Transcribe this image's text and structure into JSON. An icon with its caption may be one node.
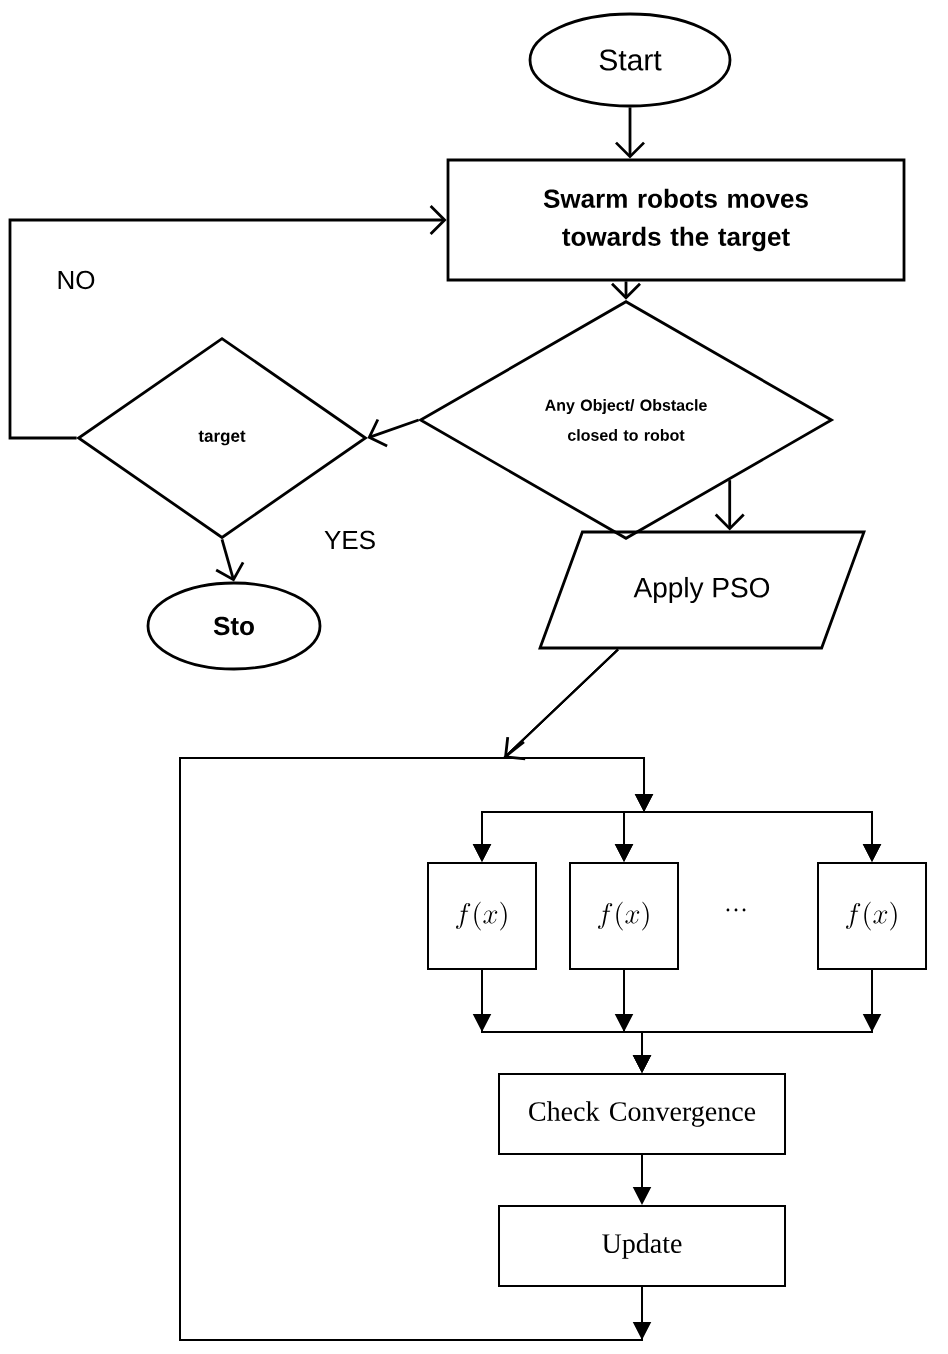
{
  "diagram": {
    "nodes": [
      {
        "text": [
          "Start"
        ]
      },
      {
        "text": [
          "Swarm robots moves towards the target"
        ]
      },
      {
        "text": [
          "Any Object/ Obstacle closed to robot"
        ]
      },
      {
        "text": [
          "target"
        ]
      },
      {
        "text": [
          "Sto"
        ]
      },
      {
        "text": [
          "Apply PSO"
        ]
      },
      {
        "text": [
          "f(x)"
        ]
      },
      {
        "text": [
          "f(x)"
        ]
      },
      {
        "text": [
          "f(x)"
        ]
      },
      {
        "text": [
          "Check Convergence"
        ]
      },
      {
        "text": [
          "Update"
        ]
      }
    ],
    "edges": [
      {
        "from": 0,
        "to": 1,
        "arrow": "to"
      },
      {
        "from": 1,
        "to": 2,
        "arrow": "to"
      },
      {
        "from": 2,
        "to": 3,
        "arrow": "to"
      },
      {
        "from": 2,
        "to": 5,
        "arrow": "to"
      },
      {
        "from": 3,
        "to": 1,
        "arrow": "to",
        "label": "NO"
      },
      {
        "from": 3,
        "to": 4,
        "arrow": "to",
        "label": "YES"
      },
      {
        "from": 5,
        "to": 6,
        "arrow": "to"
      },
      {
        "from": 5,
        "to": 7,
        "arrow": "to"
      },
      {
        "from": 5,
        "to": 8,
        "arrow": "to"
      },
      {
        "from": 10,
        "to": 6,
        "arrow": "to"
      },
      {
        "from": 10,
        "to": 7,
        "arrow": "to"
      },
      {
        "from": 10,
        "to": 8,
        "arrow": "to"
      },
      {
        "from": 6,
        "to": 9,
        "arrow": "to"
      },
      {
        "from": 7,
        "to": 9,
        "arrow": "to"
      },
      {
        "from": 8,
        "to": 9,
        "arrow": "to"
      },
      {
        "from": 9,
        "to": 10,
        "arrow": "to"
      }
    ],
    "labels": [
      "…"
    ]
  }
}
